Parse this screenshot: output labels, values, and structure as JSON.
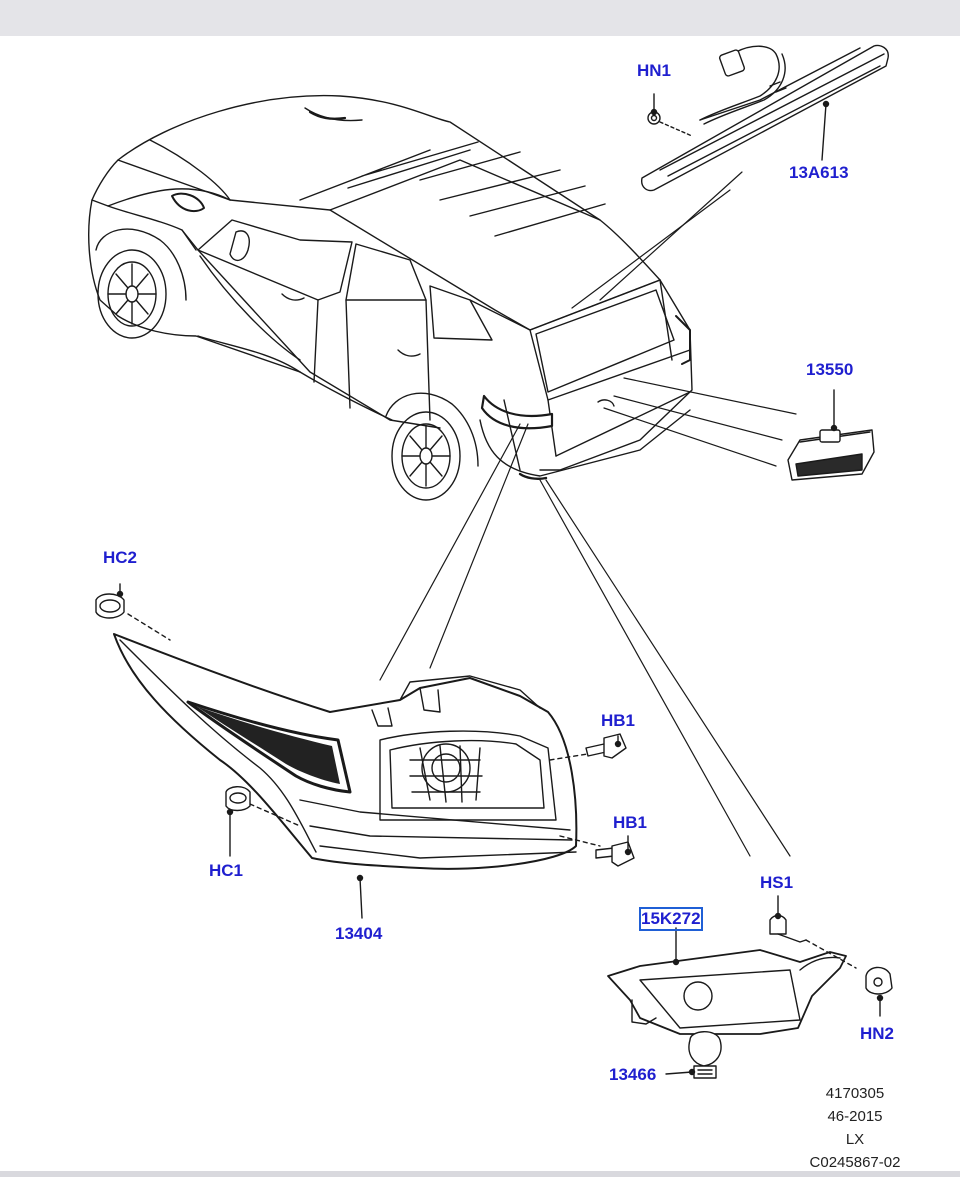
{
  "callouts": {
    "hn1": "HN1",
    "p13a613": "13A613",
    "p13550": "13550",
    "hc2": "HC2",
    "hb1_upper": "HB1",
    "hb1_lower": "HB1",
    "hc1": "HC1",
    "p13404": "13404",
    "hs1": "HS1",
    "p15k272": "15K272",
    "hn2": "HN2",
    "p13466": "13466"
  },
  "reference": {
    "line1": "4170305",
    "line2": "46-2015",
    "line3": "LX",
    "line4": "C0245867-02"
  },
  "colors": {
    "callout_text": "#1f1fcf",
    "selection_box": "#1f5fd6",
    "line_art": "#1a1a1a"
  },
  "selected_callout": "15K272"
}
